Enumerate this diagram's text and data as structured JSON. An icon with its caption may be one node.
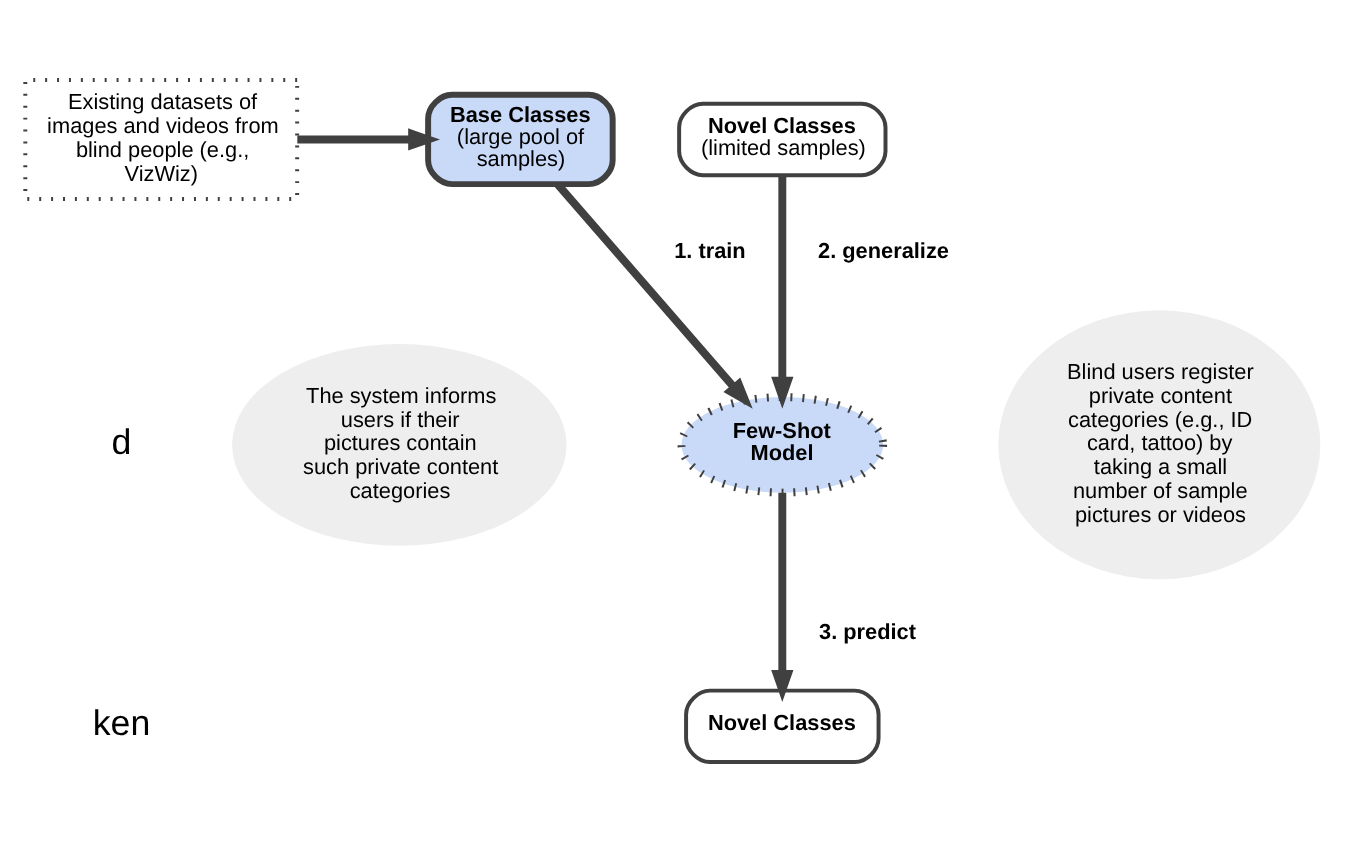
{
  "diagram": {
    "nodes": [
      {
        "text": [
          "Existing datasets of images and videos from blind people (e.g., VizWiz)"
        ]
      },
      {
        "text": [
          "Base Classes",
          "(large pool of samples)"
        ]
      },
      {
        "text": [
          "Novel Classes",
          "(limited samples)"
        ]
      },
      {
        "text": [
          "Few-Shot Model"
        ]
      },
      {
        "text": [
          "The system informs users if their pictures contain such private content categories"
        ]
      },
      {
        "text": [
          "Blind users register private content categories (e.g., ID card, tattoo) by taking a small number of sample pictures or videos"
        ]
      },
      {
        "text": [
          "Novel Classes"
        ]
      }
    ],
    "edges": [
      {
        "from": 0,
        "to": 1,
        "arrow": "to"
      },
      {
        "from": 1,
        "to": 3,
        "arrow": "to",
        "label": "1. train"
      },
      {
        "from": 2,
        "to": 3,
        "arrow": "to",
        "label": "2. generalize"
      },
      {
        "from": 3,
        "to": 6,
        "arrow": "to",
        "label": "3. predict"
      }
    ],
    "labels": [
      "d",
      "ken"
    ]
  }
}
